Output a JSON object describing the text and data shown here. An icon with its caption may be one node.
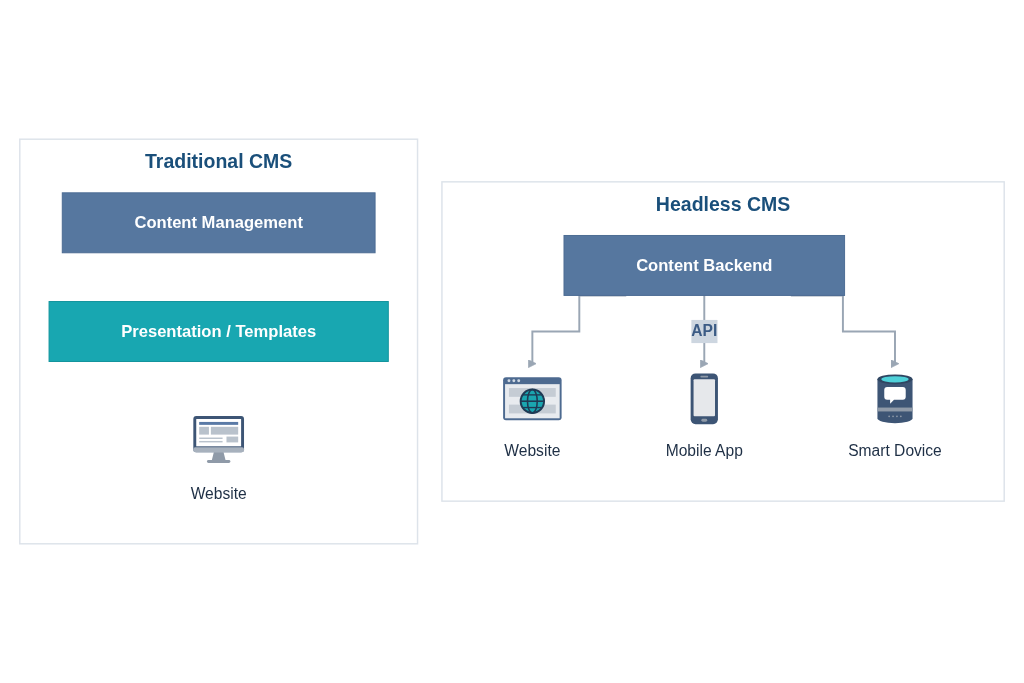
{
  "diagram": {
    "nodes": [
      {
        "text": [
          "Traditional CMS"
        ]
      },
      {
        "text": [
          "Content Management"
        ],
        "in": 0
      },
      {
        "text": [
          "Presentation / Templates"
        ],
        "in": 0
      },
      {
        "text": [
          "Website"
        ],
        "in": 0
      },
      {
        "text": [
          "Headless CMS"
        ]
      },
      {
        "text": [
          "Content Backend"
        ],
        "in": 4
      },
      {
        "text": [
          "Website"
        ],
        "in": 4
      },
      {
        "text": [
          "Mobile App"
        ],
        "in": 4
      },
      {
        "text": [
          "Smart Dovice"
        ],
        "in": 4
      }
    ],
    "edges": [
      {
        "from": 5,
        "to": 6,
        "arrow": "to"
      },
      {
        "from": 5,
        "to": 7,
        "arrow": "to",
        "label": "API"
      },
      {
        "from": 5,
        "to": 8,
        "arrow": "to"
      }
    ]
  }
}
